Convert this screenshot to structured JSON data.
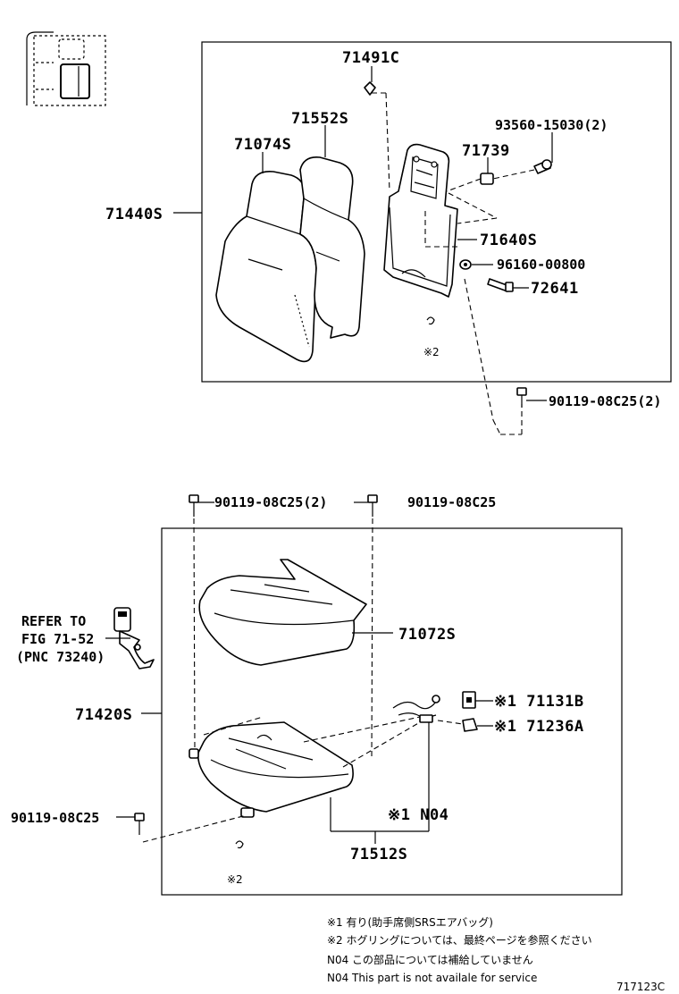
{
  "upper": {
    "assembly": "71440S",
    "parts": {
      "p71491c": "71491C",
      "p71552s": "71552S",
      "p71074s": "71074S",
      "p93560": "93560-15030(2)",
      "p71739": "71739",
      "p71640s": "71640S",
      "p96160": "96160-00800",
      "p72641": "72641",
      "p90119_top": "90119-08C25(2)",
      "note2": "※2"
    }
  },
  "lower": {
    "assembly": "71420S",
    "parts": {
      "p90119_left": "90119-08C25(2)",
      "p90119_right": "90119-08C25",
      "p71072s": "71072S",
      "p171131b": "※1 71131B",
      "p171236a": "※1 71236A",
      "n04": "※1 N04",
      "p71512s": "71512S",
      "p90119_lower": "90119-08C25",
      "note2": "※2"
    },
    "refer": {
      "line1": "REFER TO",
      "line2": "FIG 71-52",
      "line3": "(PNC 73240)"
    }
  },
  "footnotes": [
    "※1 有り(助手席側SRSエアバッグ)",
    "※2  ホグリングについては、最終ページを参照ください",
    "N04  この部品については補給していません",
    "N04  This part is not availale for service"
  ],
  "diagram_id": "717123C"
}
